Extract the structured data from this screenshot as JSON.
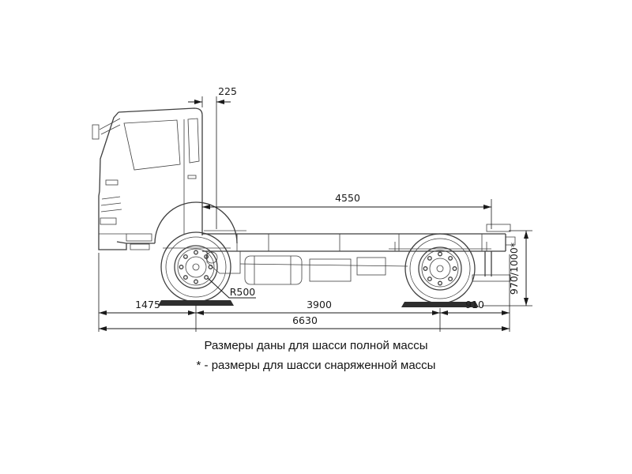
{
  "diagram": {
    "dims": {
      "cab_setback": "225",
      "frame_span": "4550",
      "front_overhang": "1475",
      "wheelbase": "3900",
      "rear_overhang": "910",
      "overall_length": "6630",
      "wheel_radius": "R500",
      "frame_height": "970/1000*"
    },
    "notes": {
      "line1": "Размеры даны для шасси полной массы",
      "line2": "* - размеры для шасси снаряженной массы"
    }
  }
}
